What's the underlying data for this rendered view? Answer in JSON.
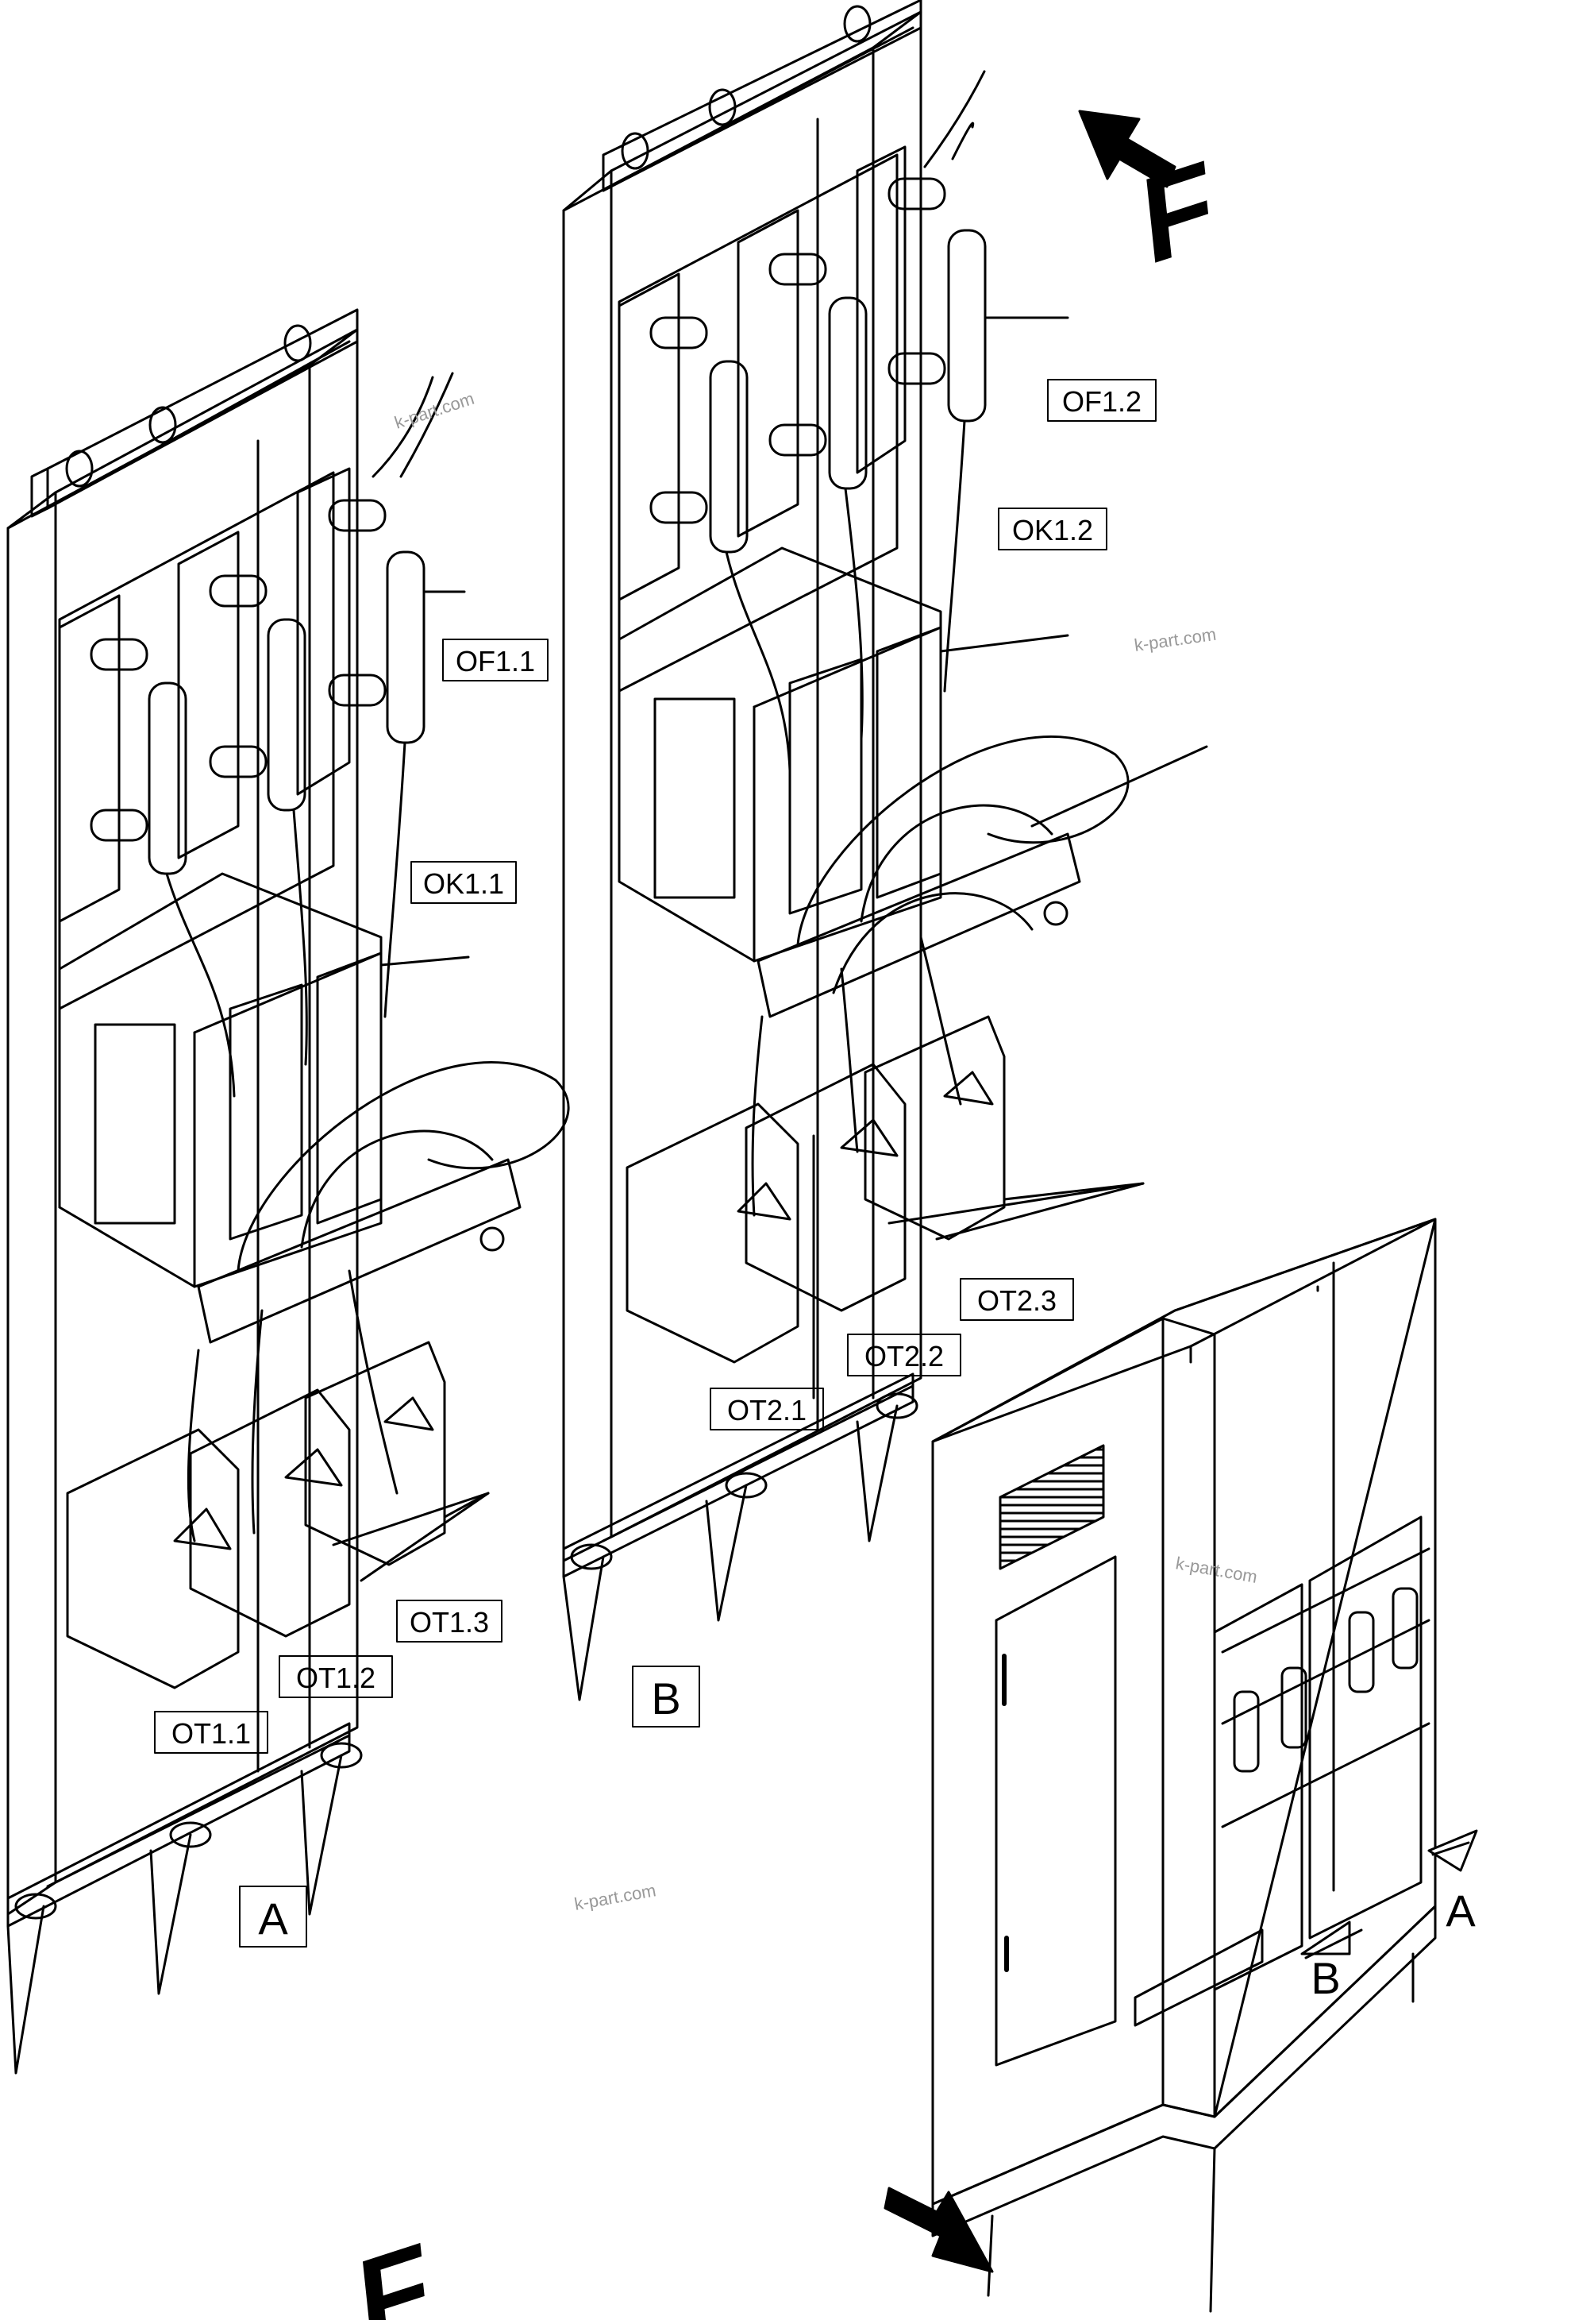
{
  "watermark": "k-part.com",
  "colors": {
    "line": "#000000",
    "background": "#ffffff",
    "watermark": "#999999"
  },
  "panel_a": {
    "view_label": "A",
    "components": {
      "filter": "OF1.1",
      "contactor": "OK1.1",
      "transformer_1": "OT1.1",
      "transformer_2": "OT1.2",
      "transformer_3": "OT1.3"
    }
  },
  "panel_b": {
    "view_label": "B",
    "components": {
      "filter": "OF1.2",
      "contactor": "OK1.2",
      "transformer_1": "OT2.1",
      "transformer_2": "OT2.2",
      "transformer_3": "OT2.3"
    }
  },
  "cabinet": {
    "view_a_label": "A",
    "view_b_label": "B"
  },
  "direction": {
    "top_label": "F",
    "bottom_label": "F"
  }
}
